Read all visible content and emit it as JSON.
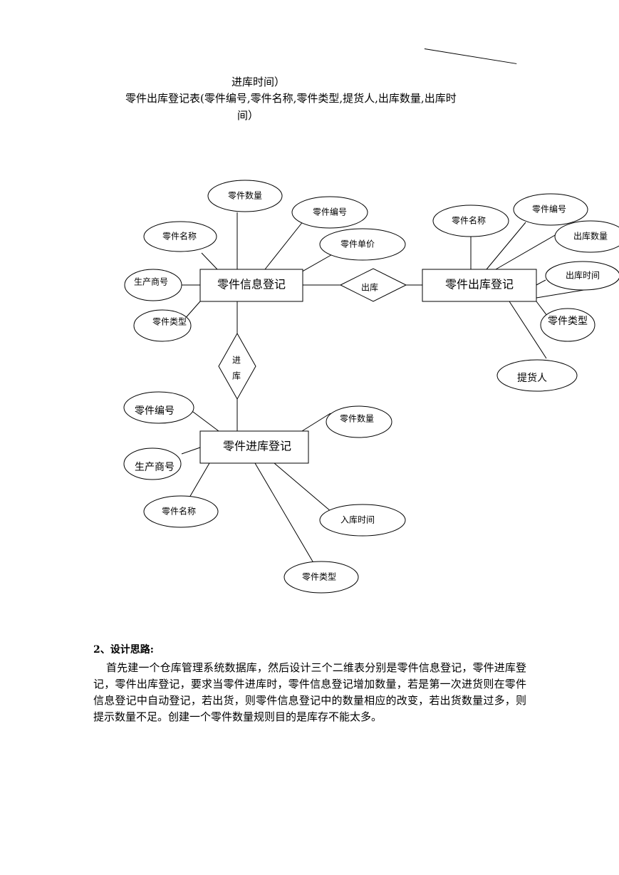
{
  "intro": {
    "line1": "进库时间）",
    "line2": "零件出库登记表(零件编号,零件名称,零件类型,提货人,出库数量,出库时",
    "line3": "间）"
  },
  "diagram": {
    "entities": {
      "info": "零件信息登记",
      "out": "零件出库登记",
      "in": "零件进库登记"
    },
    "relations": {
      "out": "出库",
      "in_char1": "进",
      "in_char2": "库"
    },
    "info_attrs": {
      "qty": "零件数量",
      "code": "零件编号",
      "name": "零件名称",
      "price": "零件单价",
      "maker": "生产商号",
      "type": "零件类型"
    },
    "out_attrs": {
      "name": "零件名称",
      "code": "零件编号",
      "qty": "出库数量",
      "time": "出库时间",
      "type": "零件类型",
      "picker": "提货人"
    },
    "in_attrs": {
      "code": "零件编号",
      "maker": "生产商号",
      "name": "零件名称",
      "qty": "零件数量",
      "time": "入库时间",
      "type": "零件类型"
    }
  },
  "section": {
    "heading": "2、设计思路:",
    "body": "首先建一个仓库管理系统数据库，然后设计三个二维表分别是零件信息登记，零件进库登记，零件出库登记，要求当零件进库时，零件信息登记增加数量，若是第一次进货则在零件信息登记中自动登记，若出货，则零件信息登记中的数量相应的改变，若出货数量过多，则提示数量不足。创建一个零件数量规则目的是库存不能太多。"
  }
}
